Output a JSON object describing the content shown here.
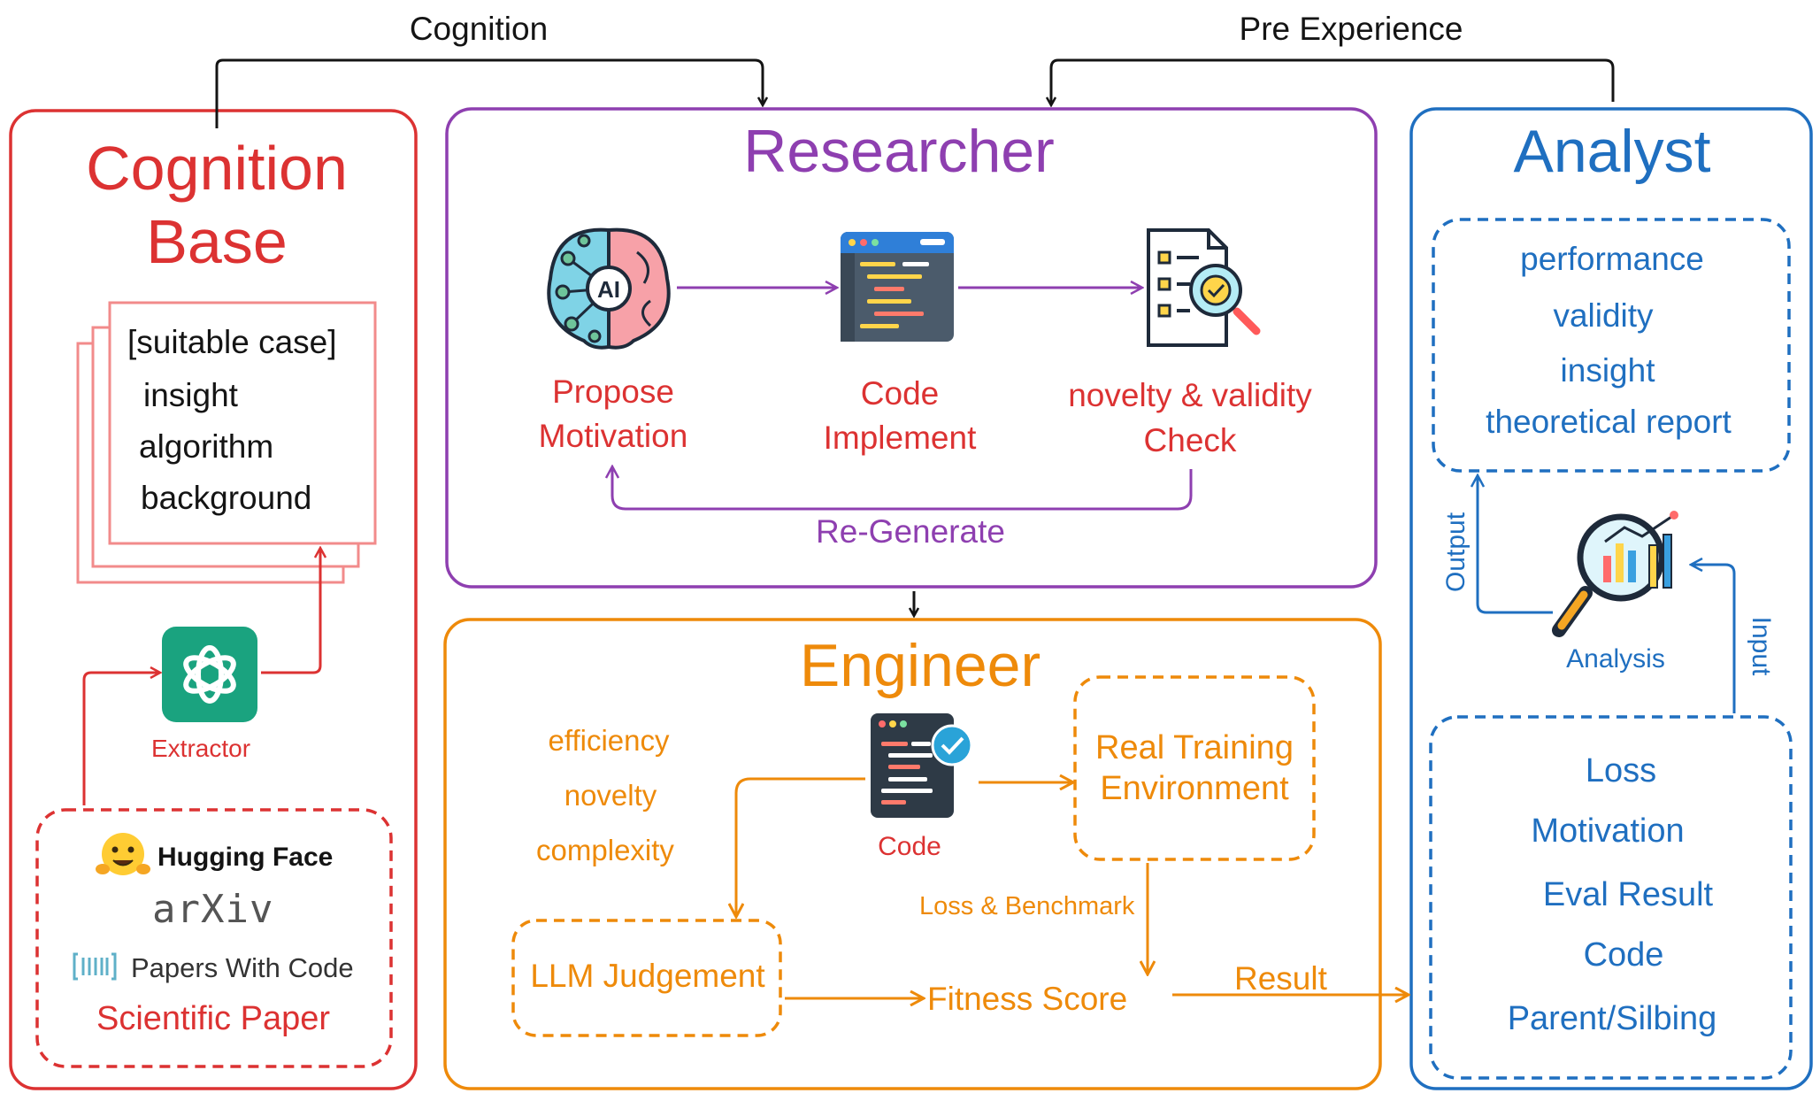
{
  "top_arrows": {
    "cognition_label": "Cognition",
    "pre_experience_label": "Pre Experience"
  },
  "cognition_base": {
    "title_line1": "Cognition",
    "title_line2": "Base",
    "card_lines": [
      "[suitable case]",
      "insight",
      "algorithm",
      "background"
    ],
    "extractor_label": "Extractor",
    "sources": [
      "Hugging Face",
      "arXiv",
      "Papers With Code"
    ],
    "sources_caption": "Scientific Paper"
  },
  "researcher": {
    "title": "Researcher",
    "step1_line1": "Propose",
    "step1_line2": "Motivation",
    "step2_line1": "Code",
    "step2_line2": "Implement",
    "step3_line1": "novelty & validity",
    "step3_line2": "Check",
    "loop_label": "Re-Generate"
  },
  "engineer": {
    "title": "Engineer",
    "criteria": [
      "efficiency",
      "novelty",
      "complexity"
    ],
    "code_label": "Code",
    "env_line1": "Real Training",
    "env_line2": "Environment",
    "judge_label": "LLM Judgement",
    "loss_label": "Loss & Benchmark",
    "fitness_label": "Fitness Score",
    "result_label": "Result"
  },
  "analyst": {
    "title": "Analyst",
    "outputs": [
      "performance",
      "validity",
      "insight",
      "theoretical report"
    ],
    "output_arrow_label": "Output",
    "input_arrow_label": "Input",
    "analysis_label": "Analysis",
    "inputs": [
      "Loss",
      "Motivation",
      "Eval Result",
      "Code",
      "Parent/Silbing"
    ]
  },
  "colors": {
    "red": "#dc3232",
    "purple": "#8e3fb0",
    "orange": "#ee8a0a",
    "blue": "#1f6fc0",
    "card_pink": "#f28b8b",
    "openai_green": "#1aa37f"
  }
}
